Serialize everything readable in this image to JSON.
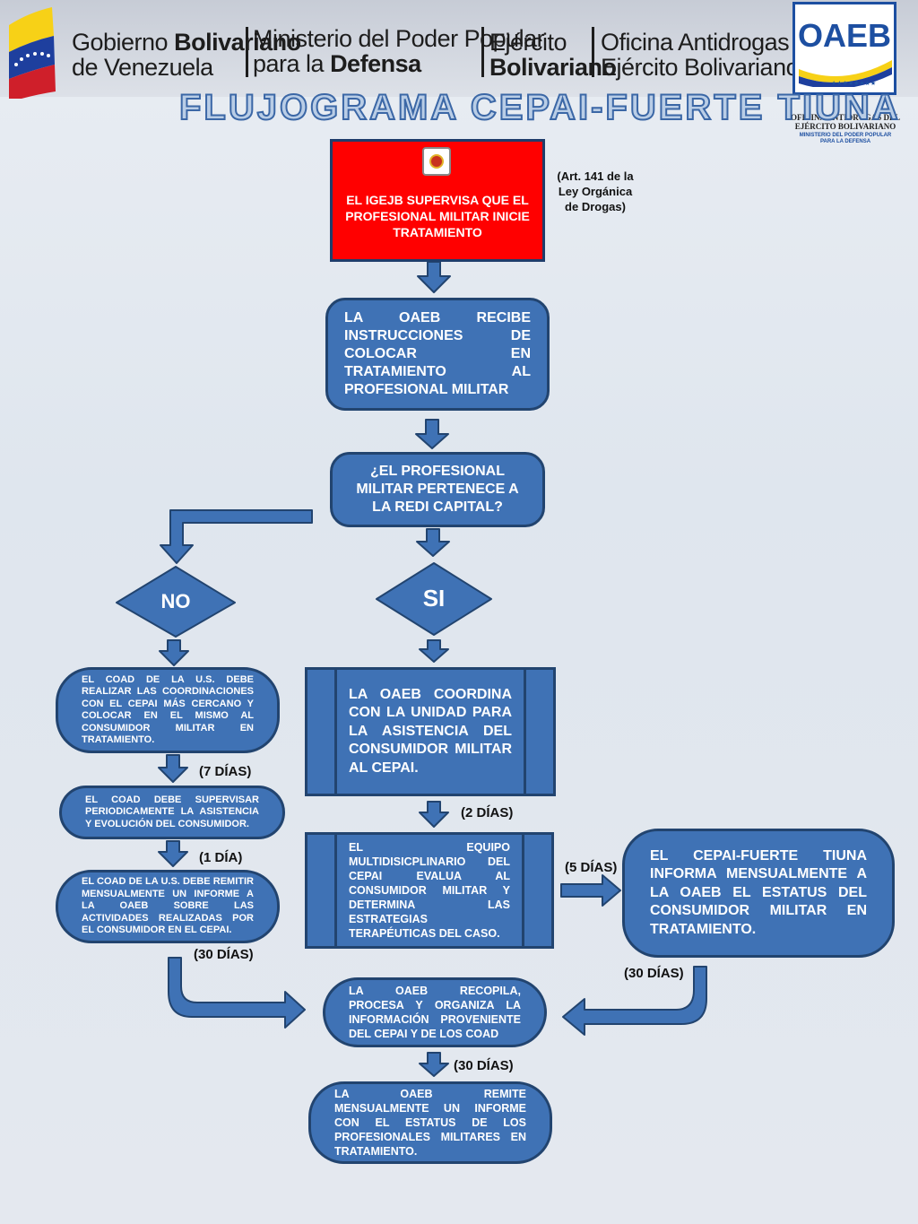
{
  "header": {
    "gov_line1_a": "Gobierno ",
    "gov_line1_b": "Bolivariano",
    "gov_line2": "de Venezuela",
    "ministry_line1": "Ministerio del Poder Popular",
    "ministry_line2_a": "para la ",
    "ministry_line2_b": "Defensa",
    "army_line1": "Ejército",
    "army_line2": "Bolivariano",
    "office_line1": "Oficina Antidrogas del",
    "office_line2": "Ejército Bolivariano",
    "logo_text": "OAEB",
    "logo_stars": "★★★★★★★★",
    "logo_caption1": "OFICINA ANTIDROGAS DEL",
    "logo_caption2": "EJÉRCITO BOLIVARIANO",
    "logo_caption3": "MINISTERIO DEL PODER POPULAR",
    "logo_caption4": "PARA LA DEFENSA"
  },
  "title": "FLUJOGRAMA CEPAI-FUERTE TIUNA",
  "nodes": {
    "igejb": "EL IGEJB SUPERVISA QUE EL PROFESIONAL MILITAR INICIE TRATAMIENTO",
    "law_ref": "(Art. 141 de la Ley Orgánica de Drogas)",
    "oaeb_recibe": "LA OAEB RECIBE INSTRUCCIONES DE COLOCAR EN TRATAMIENTO AL PROFESIONAL MILITAR",
    "question": "¿EL PROFESIONAL MILITAR PERTENECE A LA REDI CAPITAL?",
    "no": "NO",
    "si": "SI",
    "coad_coordinaciones": "EL COAD DE LA U.S. DEBE REALIZAR LAS COORDINACIONES CON EL CEPAI MÁS CERCANO Y COLOCAR EN EL MISMO AL CONSUMIDOR MILITAR EN TRATAMIENTO.",
    "coad_supervisar": "EL COAD DEBE SUPERVISAR PERIODICAMENTE LA ASISTENCIA Y EVOLUCIÓN DEL CONSUMIDOR.",
    "coad_remitir": "EL COAD DE LA U.S. DEBE REMITIR MENSUALMENTE UN INFORME A LA OAEB SOBRE LAS ACTIVIDADES REALIZADAS POR EL CONSUMIDOR EN EL CEPAI.",
    "oaeb_coordina": "LA OAEB COORDINA CON LA UNIDAD PARA LA ASISTENCIA DEL CONSUMIDOR MILITAR AL CEPAI.",
    "equipo": "EL EQUIPO MULTIDISICPLINARIO DEL CEPAI EVALUA AL CONSUMIDOR MILITAR Y DETERMINA LAS ESTRATEGIAS TERAPÉUTICAS DEL CASO.",
    "cepai_informa": "EL CEPAI-FUERTE TIUNA INFORMA MENSUALMENTE A LA OAEB EL ESTATUS DEL CONSUMIDOR MILITAR EN TRATAMIENTO.",
    "oaeb_recopila": "LA OAEB RECOPILA, PROCESA Y ORGANIZA LA INFORMACIÓN PROVENIENTE DEL CEPAI Y DE LOS COAD",
    "oaeb_remite": "LA OAEB REMITE MENSUALMENTE UN INFORME CON EL ESTATUS DE LOS PROFESIONALES MILITARES EN TRATAMIENTO."
  },
  "durations": {
    "d7": "(7 DÍAS)",
    "d1": "(1 DÍA)",
    "d30_left": "(30 DÍAS)",
    "d2": "(2 DÍAS)",
    "d5": "(5 DÍAS)",
    "d30_right": "(30 DÍAS)",
    "d30_bottom": "(30 DÍAS)"
  },
  "colors": {
    "box_fill": "#3f72b5",
    "box_border": "#22446f",
    "alert_fill": "#ff0000",
    "arrow_fill": "#3f72b5",
    "title_outline": "#3b67a6"
  }
}
